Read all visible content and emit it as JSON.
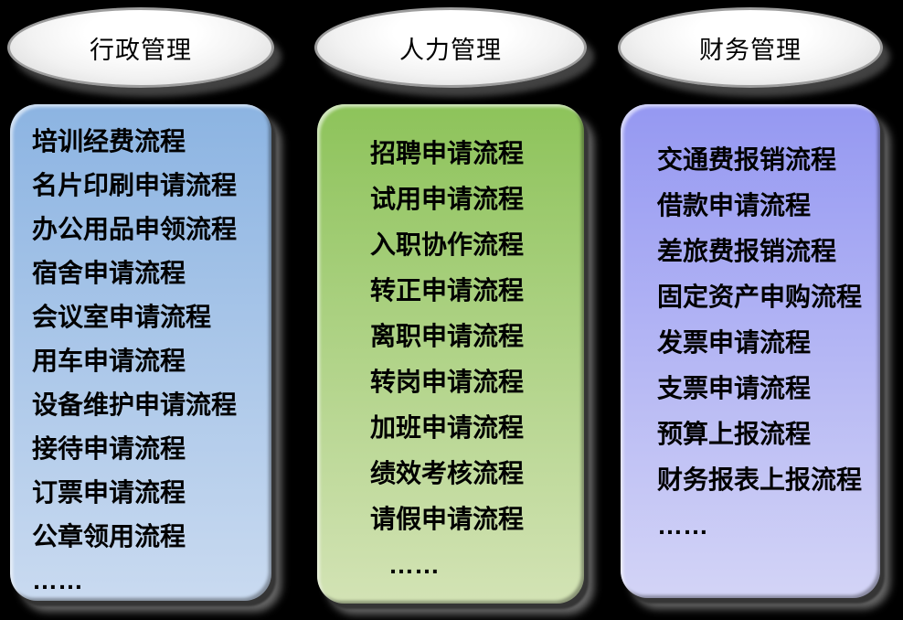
{
  "page": {
    "background_color": "#000000",
    "shadow_color": "#5a5a5a",
    "bubble": {
      "fill_top": "#ffffff",
      "fill_bottom": "#d4d4d4",
      "border_color": "#9d9d9d",
      "text_color": "#000000"
    }
  },
  "columns": [
    {
      "title": "行政管理",
      "colors": {
        "top": "#8cb4e2",
        "bottom": "#c9daf0"
      },
      "items": [
        "培训经费流程",
        "名片印刷申请流程",
        "办公用品申领流程",
        "宿舍申请流程",
        "会议室申请流程",
        "用车申请流程",
        "设备维护申请流程",
        "接待申请流程",
        "订票申请流程",
        "公章领用流程",
        "……"
      ]
    },
    {
      "title": "人力管理",
      "colors": {
        "top": "#8dc35a",
        "bottom": "#d3e3b5"
      },
      "items": [
        "招聘申请流程",
        "试用申请流程",
        "入职协作流程",
        "转正申请流程",
        "离职申请流程",
        "转岗申请流程",
        "加班申请流程",
        "绩效考核流程",
        "请假申请流程",
        "……"
      ]
    },
    {
      "title": "财务管理",
      "colors": {
        "top": "#9598f2",
        "bottom": "#d3d4f6"
      },
      "items": [
        "交通费报销流程",
        "借款申请流程",
        "差旅费报销流程",
        "固定资产申购流程",
        "发票申请流程",
        "支票申请流程",
        "预算上报流程",
        "财务报表上报流程",
        "……"
      ]
    }
  ]
}
